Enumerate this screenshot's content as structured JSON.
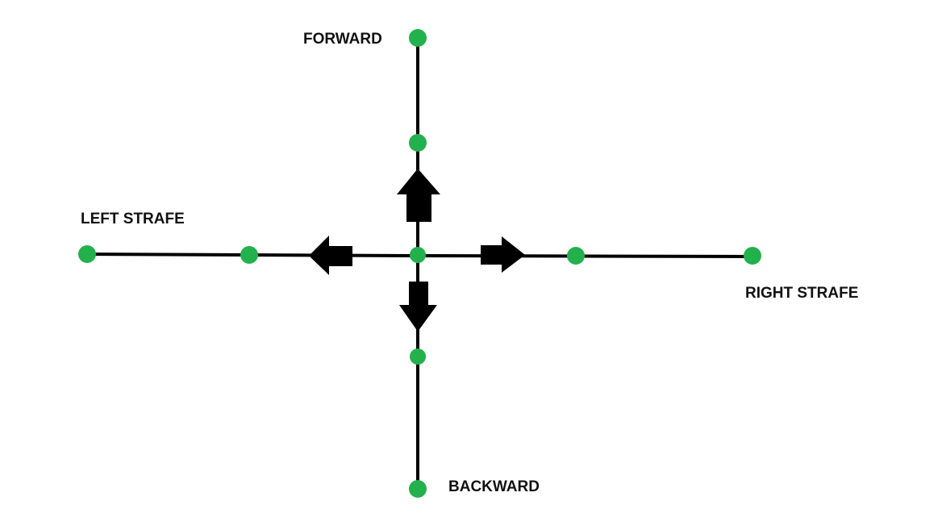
{
  "labels": {
    "forward": "FORWARD",
    "backward": "BACKWARD",
    "left": "LEFT STRAFE",
    "right": "RIGHT STRAFE"
  },
  "colors": {
    "line": "#000000",
    "node": "#22b14c",
    "arrow": "#000000",
    "text": "#111111",
    "background": "#ffffff"
  }
}
